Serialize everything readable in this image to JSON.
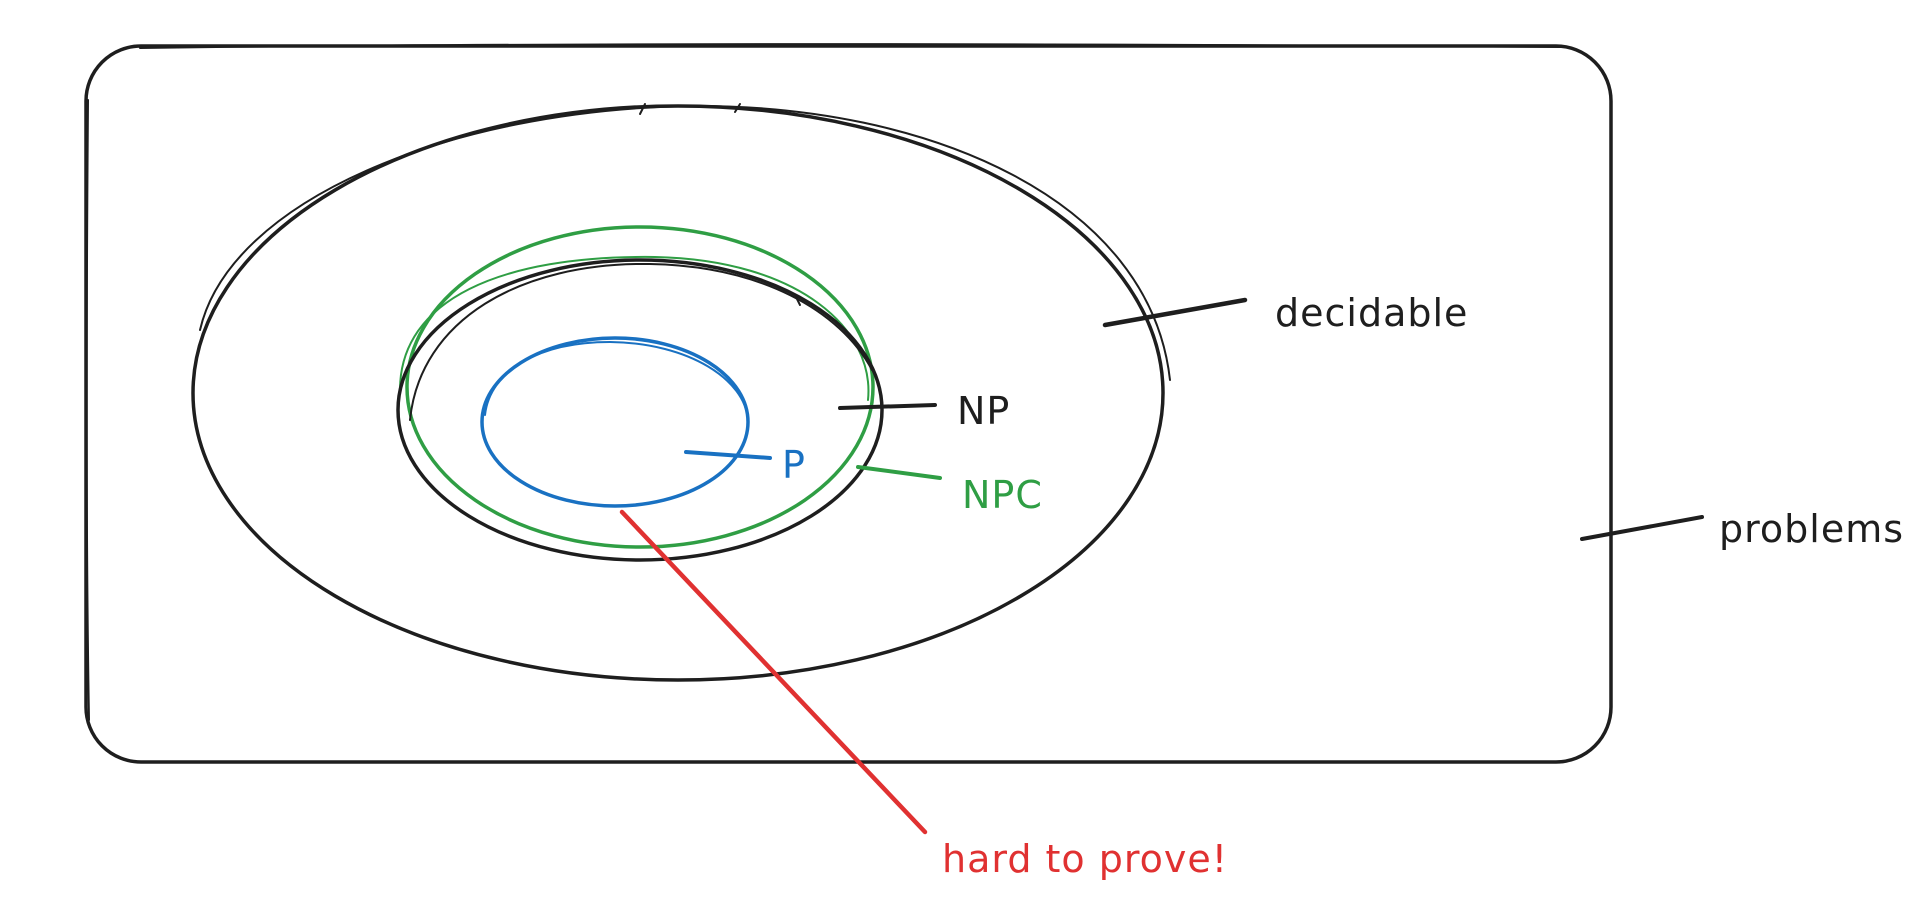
{
  "labels": {
    "problems": "problems",
    "decidable": "decidable",
    "np": "NP",
    "npc": "NPC",
    "p": "P",
    "annotation": "hard to prove!"
  },
  "colors": {
    "black": "#1e1e1e",
    "green": "#2f9e44",
    "blue": "#1971c2",
    "red": "#e03131"
  }
}
